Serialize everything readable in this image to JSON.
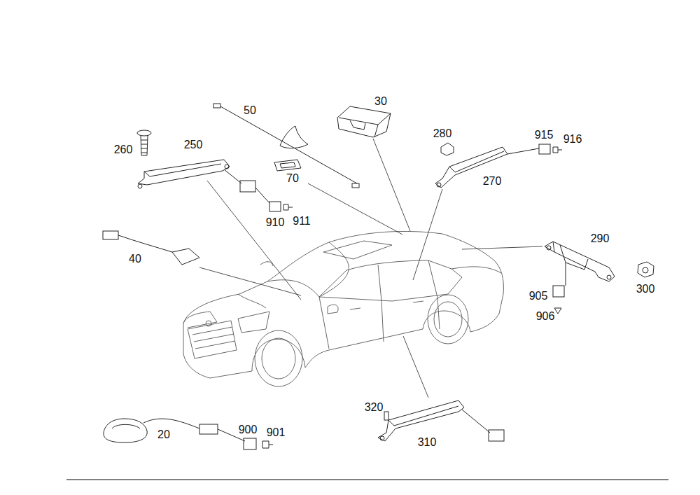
{
  "diagram": {
    "labels": [
      "50",
      "30",
      "280",
      "915",
      "916",
      "260",
      "250",
      "270",
      "70",
      "910",
      "911",
      "290",
      "40",
      "300",
      "905",
      "906",
      "320",
      "310",
      "900",
      "901",
      "20"
    ]
  }
}
